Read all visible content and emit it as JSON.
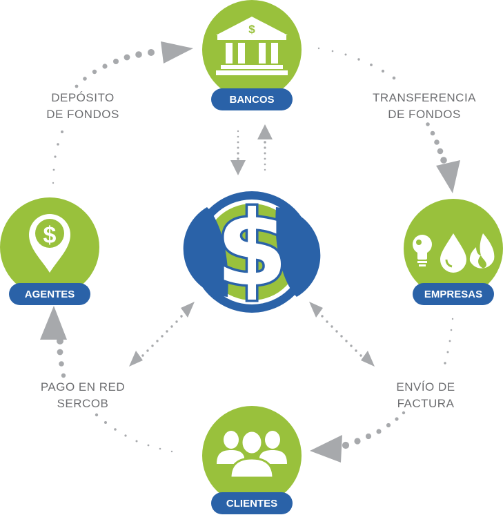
{
  "nodes": {
    "bancos": {
      "label": "BANCOS"
    },
    "empresas": {
      "label": "EMPRESAS"
    },
    "clientes": {
      "label": "CLIENTES"
    },
    "agentes": {
      "label": "AGENTES"
    }
  },
  "edges": {
    "deposito": {
      "line1": "DEPÓSITO",
      "line2": "DE FONDOS"
    },
    "transferencia": {
      "line1": "TRANSFERENCIA",
      "line2": "DE FONDOS"
    },
    "envio": {
      "line1": "ENVÍO DE",
      "line2": "FACTURA"
    },
    "pago": {
      "line1": "PAGO EN RED",
      "line2": "SERCOB"
    }
  },
  "center": {
    "symbol": "$"
  },
  "colors": {
    "green": "#99c13c",
    "blue": "#2a62a8",
    "grey": "#a7a9ac",
    "text": "#6d6e71"
  }
}
